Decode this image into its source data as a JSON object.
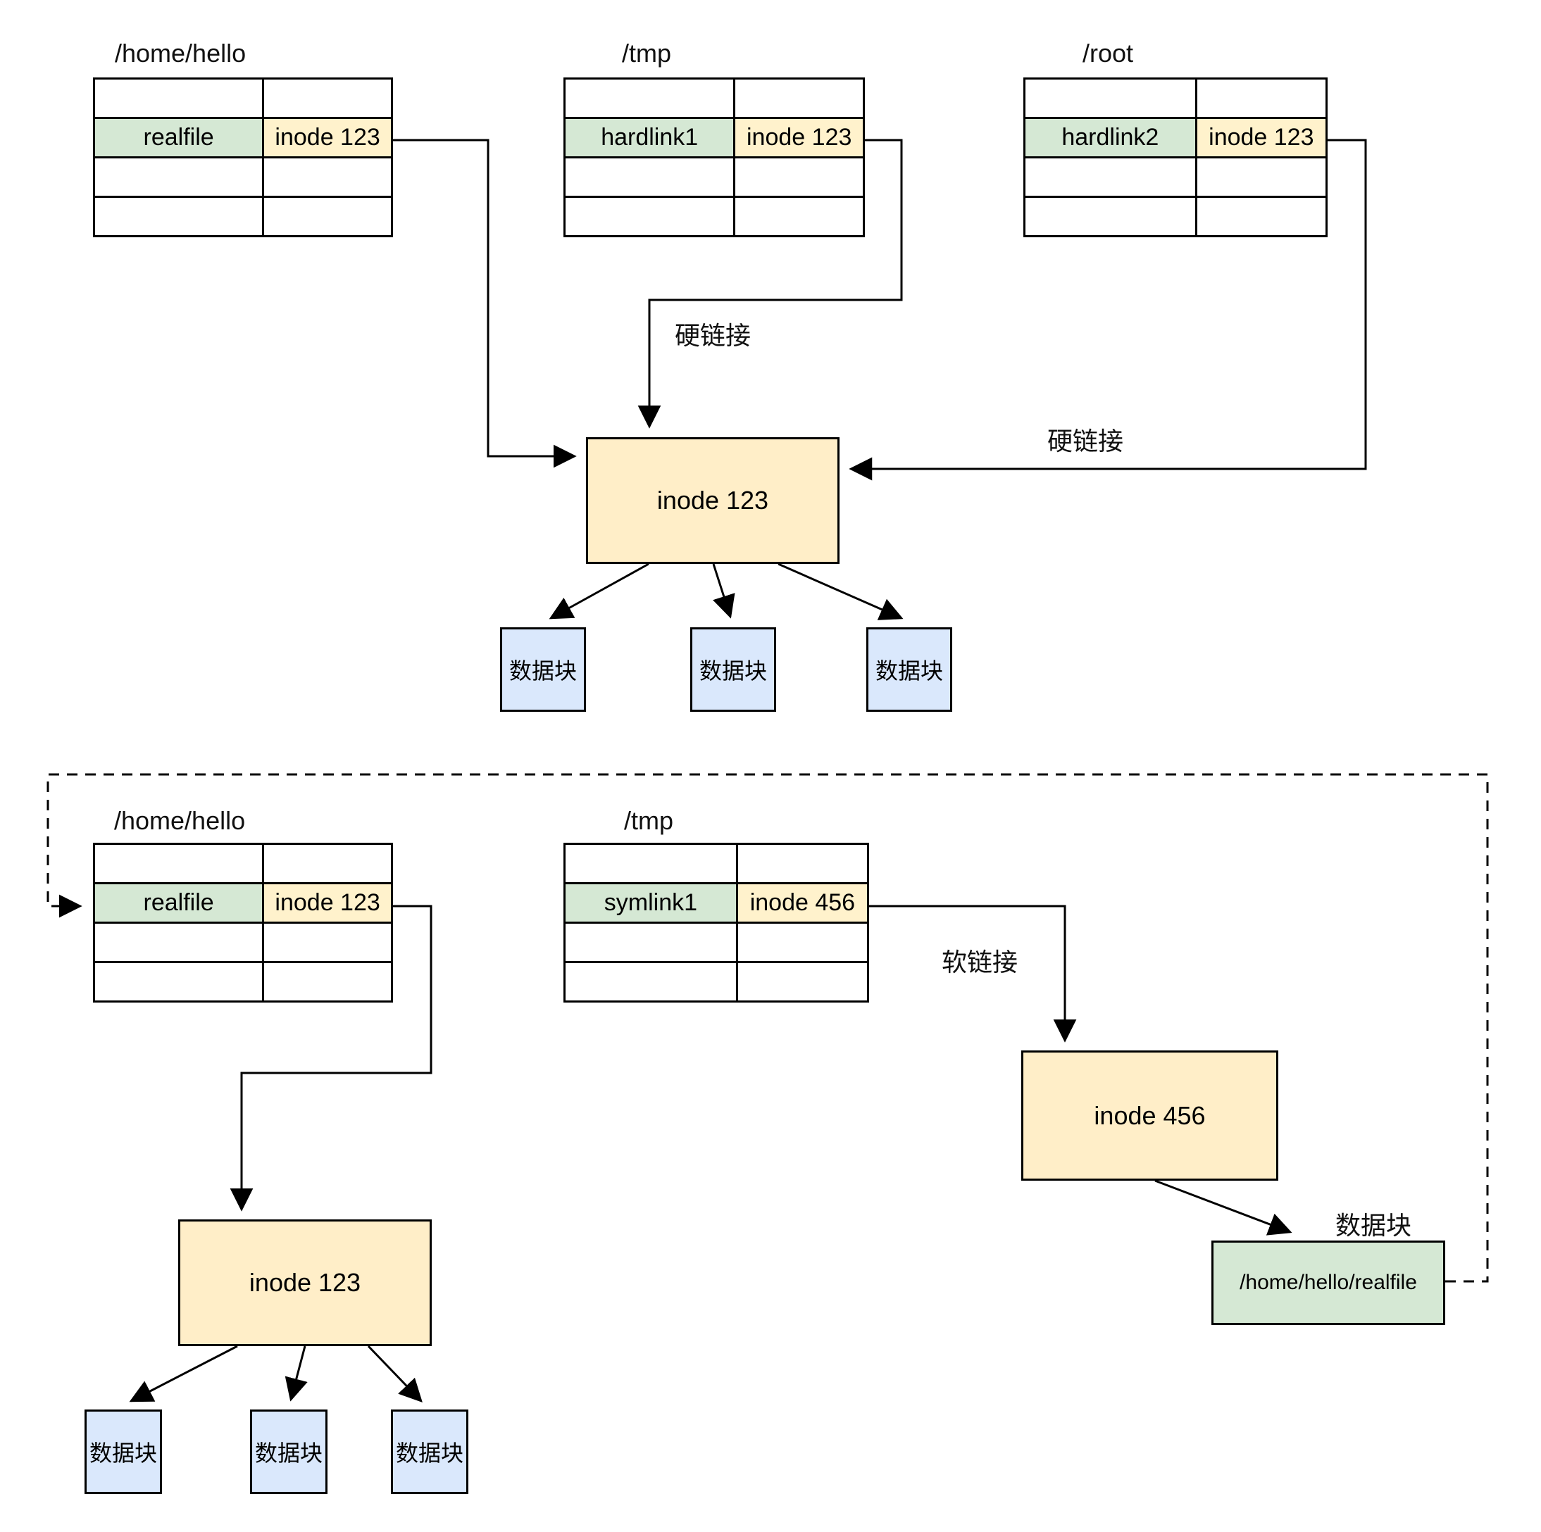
{
  "top_section": {
    "tables": [
      {
        "title": "/home/hello",
        "entry_name": "realfile",
        "entry_inode": "inode 123"
      },
      {
        "title": "/tmp",
        "entry_name": "hardlink1",
        "entry_inode": "inode 123"
      },
      {
        "title": "/root",
        "entry_name": "hardlink2",
        "entry_inode": "inode 123"
      }
    ],
    "inode_box_label": "inode 123",
    "data_blocks": [
      "数据块",
      "数据块",
      "数据块"
    ],
    "labels": {
      "hardlink_from_tmp": "硬链接",
      "hardlink_from_root": "硬链接"
    }
  },
  "bottom_section": {
    "tables": [
      {
        "title": "/home/hello",
        "entry_name": "realfile",
        "entry_inode": "inode 123"
      },
      {
        "title": "/tmp",
        "entry_name": "symlink1",
        "entry_inode": "inode 456"
      }
    ],
    "inode_box_left_label": "inode 123",
    "inode_box_right_label": "inode 456",
    "data_blocks": [
      "数据块",
      "数据块",
      "数据块"
    ],
    "labels": {
      "softlink": "软链接",
      "datablock_annotation": "数据块"
    },
    "realfile_path_box_label": "/home/hello/realfile"
  },
  "colors": {
    "entry_name_fill": "#d5e8d4",
    "entry_inode_fill": "#fff2cc",
    "inode_box_fill": "#ffeec8",
    "data_block_fill": "#dae8fc",
    "line_color": "#000000"
  }
}
